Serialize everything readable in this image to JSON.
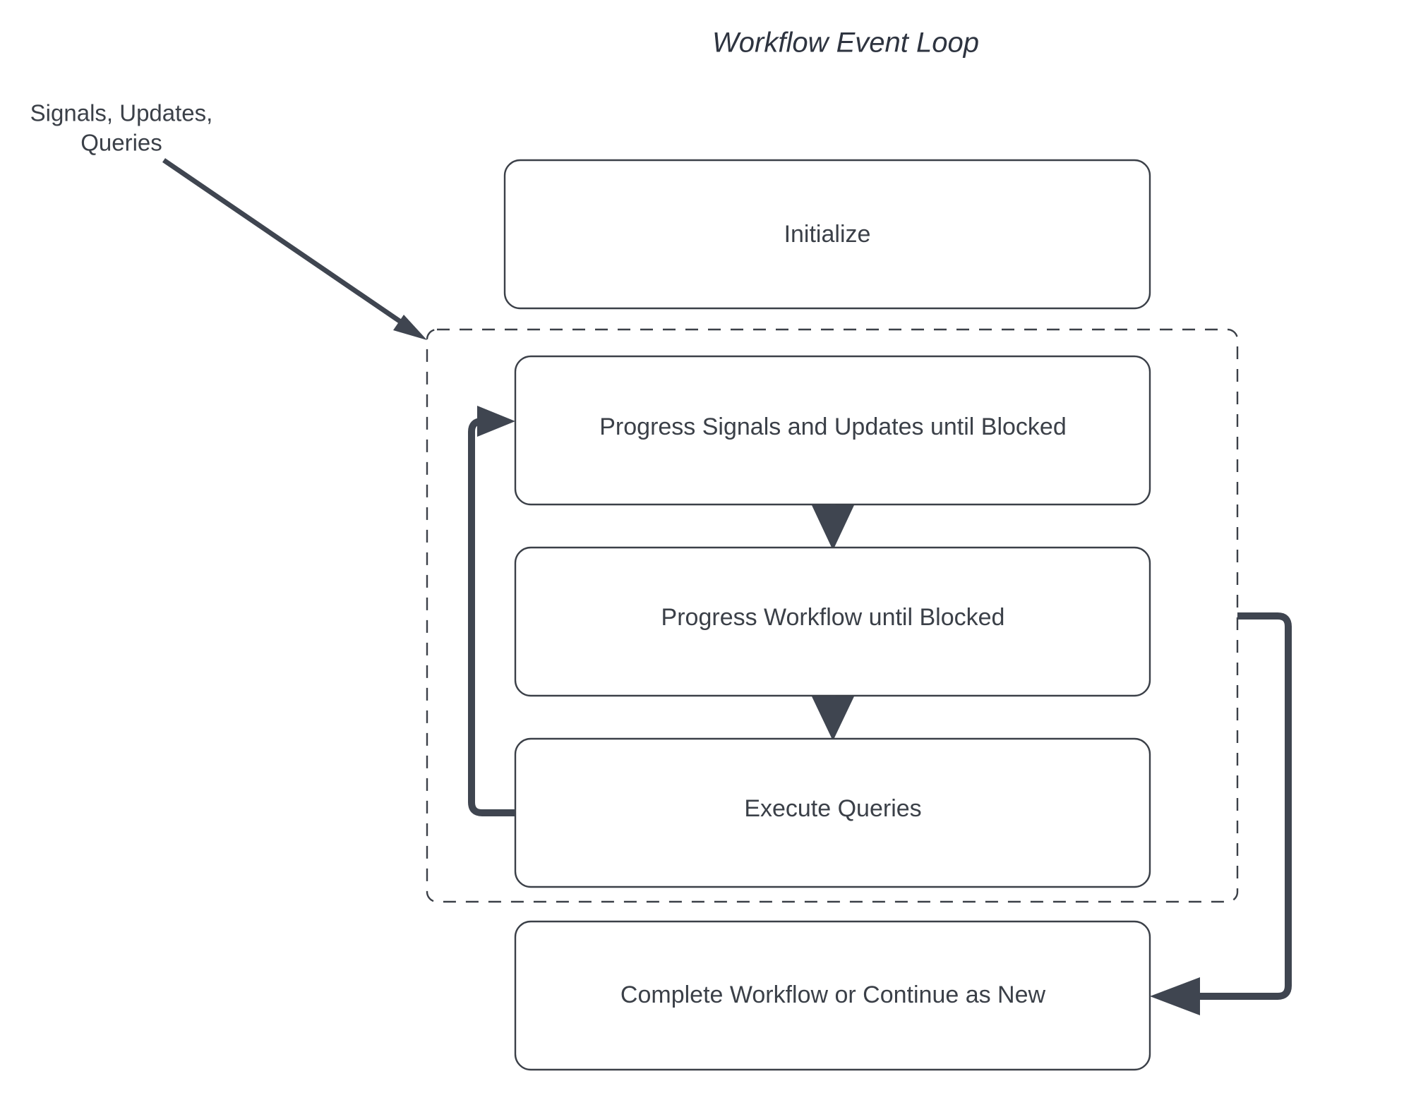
{
  "diagram": {
    "title": "Workflow Event Loop",
    "background_color": "#ffffff",
    "stroke_color": "#3b4048",
    "edge_color": "#3f4550",
    "nodes": [
      {
        "id": "initialize",
        "label": "Initialize"
      },
      {
        "id": "progress-signals",
        "label": "Progress Signals and Updates until Blocked"
      },
      {
        "id": "progress-workflow",
        "label": "Progress Workflow until Blocked"
      },
      {
        "id": "execute-queries",
        "label": "Execute Queries"
      },
      {
        "id": "complete-workflow",
        "label": "Complete Workflow or Continue as New"
      }
    ],
    "groups": [
      {
        "id": "event-loop-group",
        "label": "",
        "style": "dashed"
      }
    ],
    "edges": [
      {
        "id": "external-input",
        "from": "external",
        "to": "event-loop-group",
        "label": "Signals, Updates,\nQueries",
        "style": "thin-diagonal"
      },
      {
        "id": "signals-to-workflow",
        "from": "progress-signals",
        "to": "progress-workflow",
        "label": "",
        "style": "thin-vertical"
      },
      {
        "id": "workflow-to-queries",
        "from": "progress-workflow",
        "to": "execute-queries",
        "label": "",
        "style": "thin-vertical"
      },
      {
        "id": "queries-loop-back",
        "from": "execute-queries",
        "to": "progress-signals",
        "label": "",
        "style": "thick-loop-left"
      },
      {
        "id": "loop-to-complete",
        "from": "event-loop-group",
        "to": "complete-workflow",
        "label": "",
        "style": "thick-loop-right"
      }
    ],
    "edge_labels": {
      "external_input_line1": "Signals, Updates,",
      "external_input_line2": "Queries"
    }
  }
}
